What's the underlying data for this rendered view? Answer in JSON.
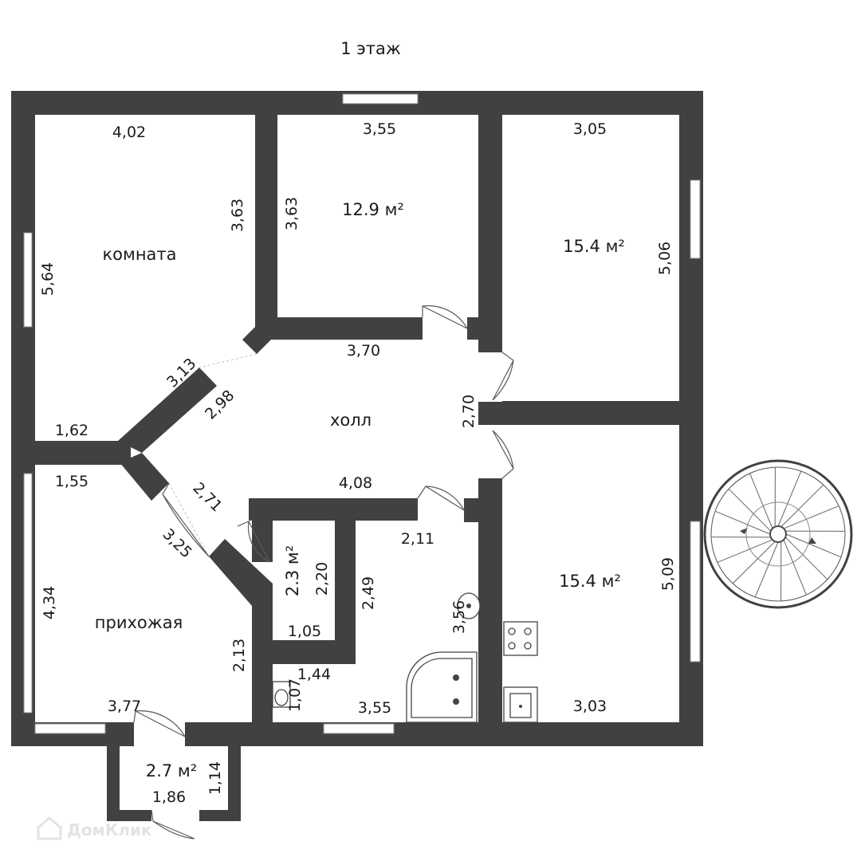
{
  "title": "1 этаж",
  "rooms": {
    "komnata": {
      "name": "комната"
    },
    "room_top_middle": {
      "area": "12.9 м²"
    },
    "room_top_right": {
      "area": "15.4 м²"
    },
    "holl": {
      "name": "холл"
    },
    "room_bottom_right": {
      "area": "15.4 м²"
    },
    "prihozhaya": {
      "name": "прихожая"
    },
    "storage": {
      "area": "2.3 м²"
    },
    "vestibule": {
      "area": "2.7 м²"
    }
  },
  "dimensions": {
    "komnata_top": "4,02",
    "komnata_left": "5,64",
    "komnata_right": "3,63",
    "komnata_bottom": "1,62",
    "komnata_diag": "3,13",
    "top_mid_top": "3,55",
    "top_mid_left": "3,63",
    "top_right_top": "3,05",
    "top_right_side": "5,06",
    "hall_top": "3,70",
    "hall_diag": "2,98",
    "hall_right": "2,70",
    "hall_bottom": "4,08",
    "hall_diag2": "2,71",
    "prih_top": "1,55",
    "prih_left": "4,34",
    "prih_right": "2,13",
    "prih_bottom": "3,77",
    "prih_diag": "3,25",
    "storage_h": "2,20",
    "storage_w": "1,05",
    "bath_top": "2,11",
    "bath_left": "2,49",
    "bath_right": "3,56",
    "bath_bottom": "3,55",
    "wc_w": "1,44",
    "wc_h": "1,07",
    "br_bottom": "3,03",
    "br_side": "5,09",
    "vest_w": "1,86",
    "vest_h": "1,14"
  },
  "watermark": "ДомКлик",
  "colors": {
    "wall": "#3f4143",
    "background": "#ffffff"
  }
}
